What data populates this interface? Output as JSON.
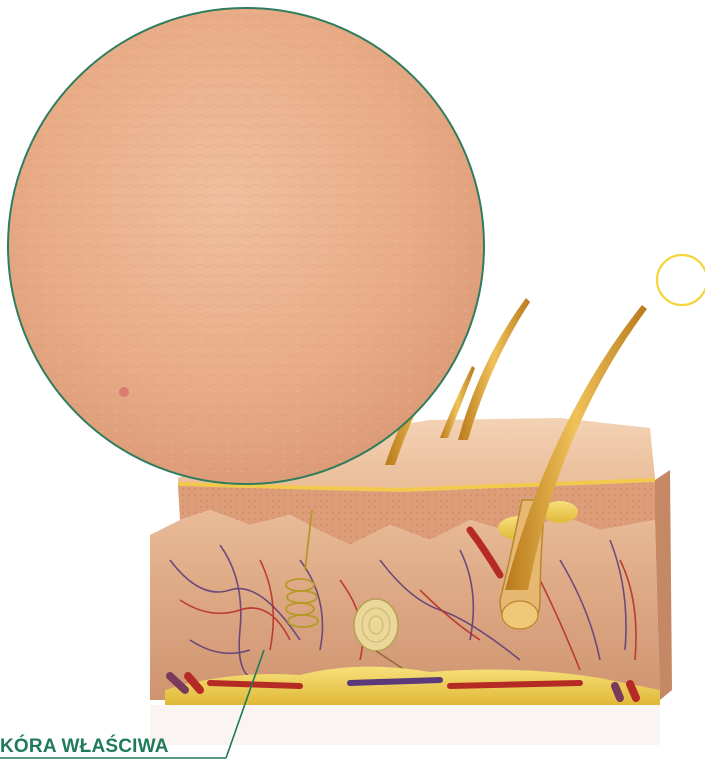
{
  "labels": {
    "dermis": "KÓRA WŁAŚCIWA"
  },
  "colors": {
    "label": "#1f7a5a",
    "magnifier_border": "#2f7d5c",
    "indicator_ring": "#f2d53c",
    "skin_surface": "#e8b08e",
    "epidermis_top": "#f0c9a6",
    "dermis": "#d9a27e",
    "hair": "#d69a2a",
    "fat": "#f3d35a",
    "vein": "#5a3a7a",
    "artery": "#b52a25"
  },
  "icons": {
    "magnifier": "magnified-skin-surface",
    "indicator": "hollow-ring"
  }
}
